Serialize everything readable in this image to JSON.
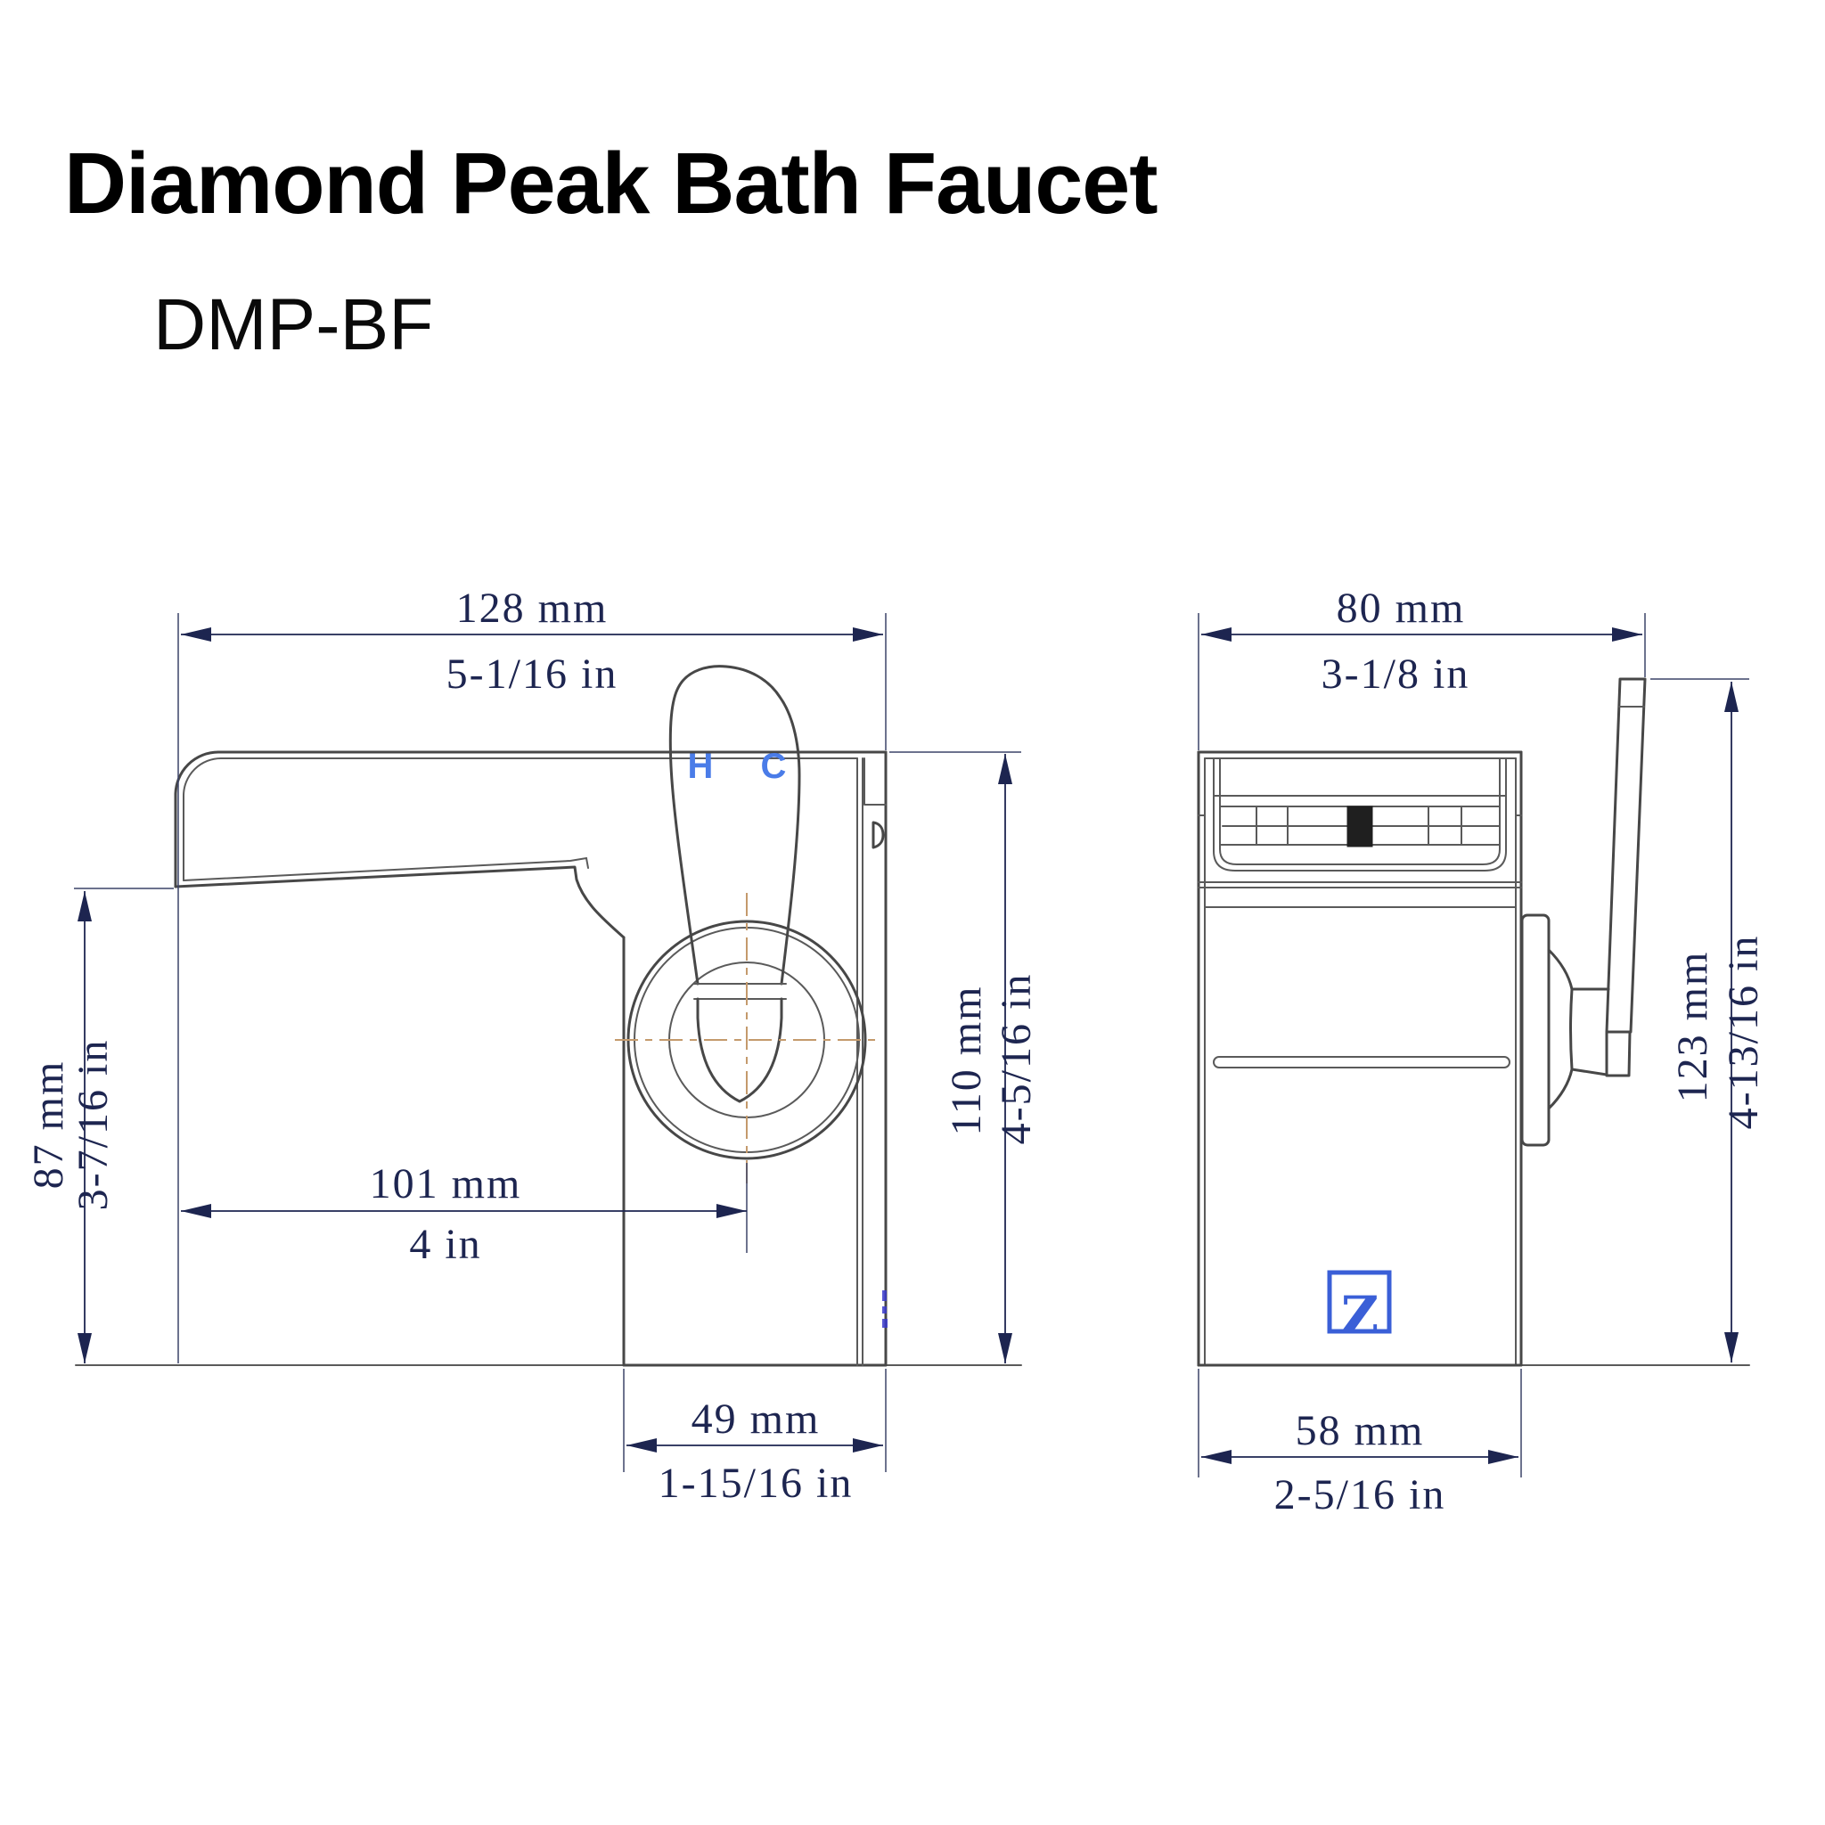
{
  "title": "Diamond Peak Bath Faucet",
  "model": "DMP-BF",
  "colors": {
    "drawing_line": "#474747",
    "dimension_ink": "#1d2550",
    "centerline_tan": "#c49a6c",
    "handle_label_blue": "#4a7ce8",
    "logo_blue": "#3a5fd7"
  },
  "views": {
    "front": {
      "dims": {
        "overall_width": {
          "mm": "128 mm",
          "inch": "5-1/16 in"
        },
        "spout_height": {
          "mm": "87 mm",
          "inch": "3-7/16 in"
        },
        "spout_reach": {
          "mm": "101 mm",
          "inch": "4 in"
        },
        "overall_height": {
          "mm": "110 mm",
          "inch": "4-5/16 in"
        },
        "base_width": {
          "mm": "49 mm",
          "inch": "1-15/16 in"
        }
      },
      "handle": {
        "hot_label": "H",
        "cold_label": "C"
      }
    },
    "side": {
      "dims": {
        "overall_depth": {
          "mm": "80 mm",
          "inch": "3-1/8 in"
        },
        "handle_height": {
          "mm": "123 mm",
          "inch": "4-13/16 in"
        },
        "base_depth": {
          "mm": "58 mm",
          "inch": "2-5/16 in"
        }
      },
      "logo_letter": "Z"
    }
  }
}
